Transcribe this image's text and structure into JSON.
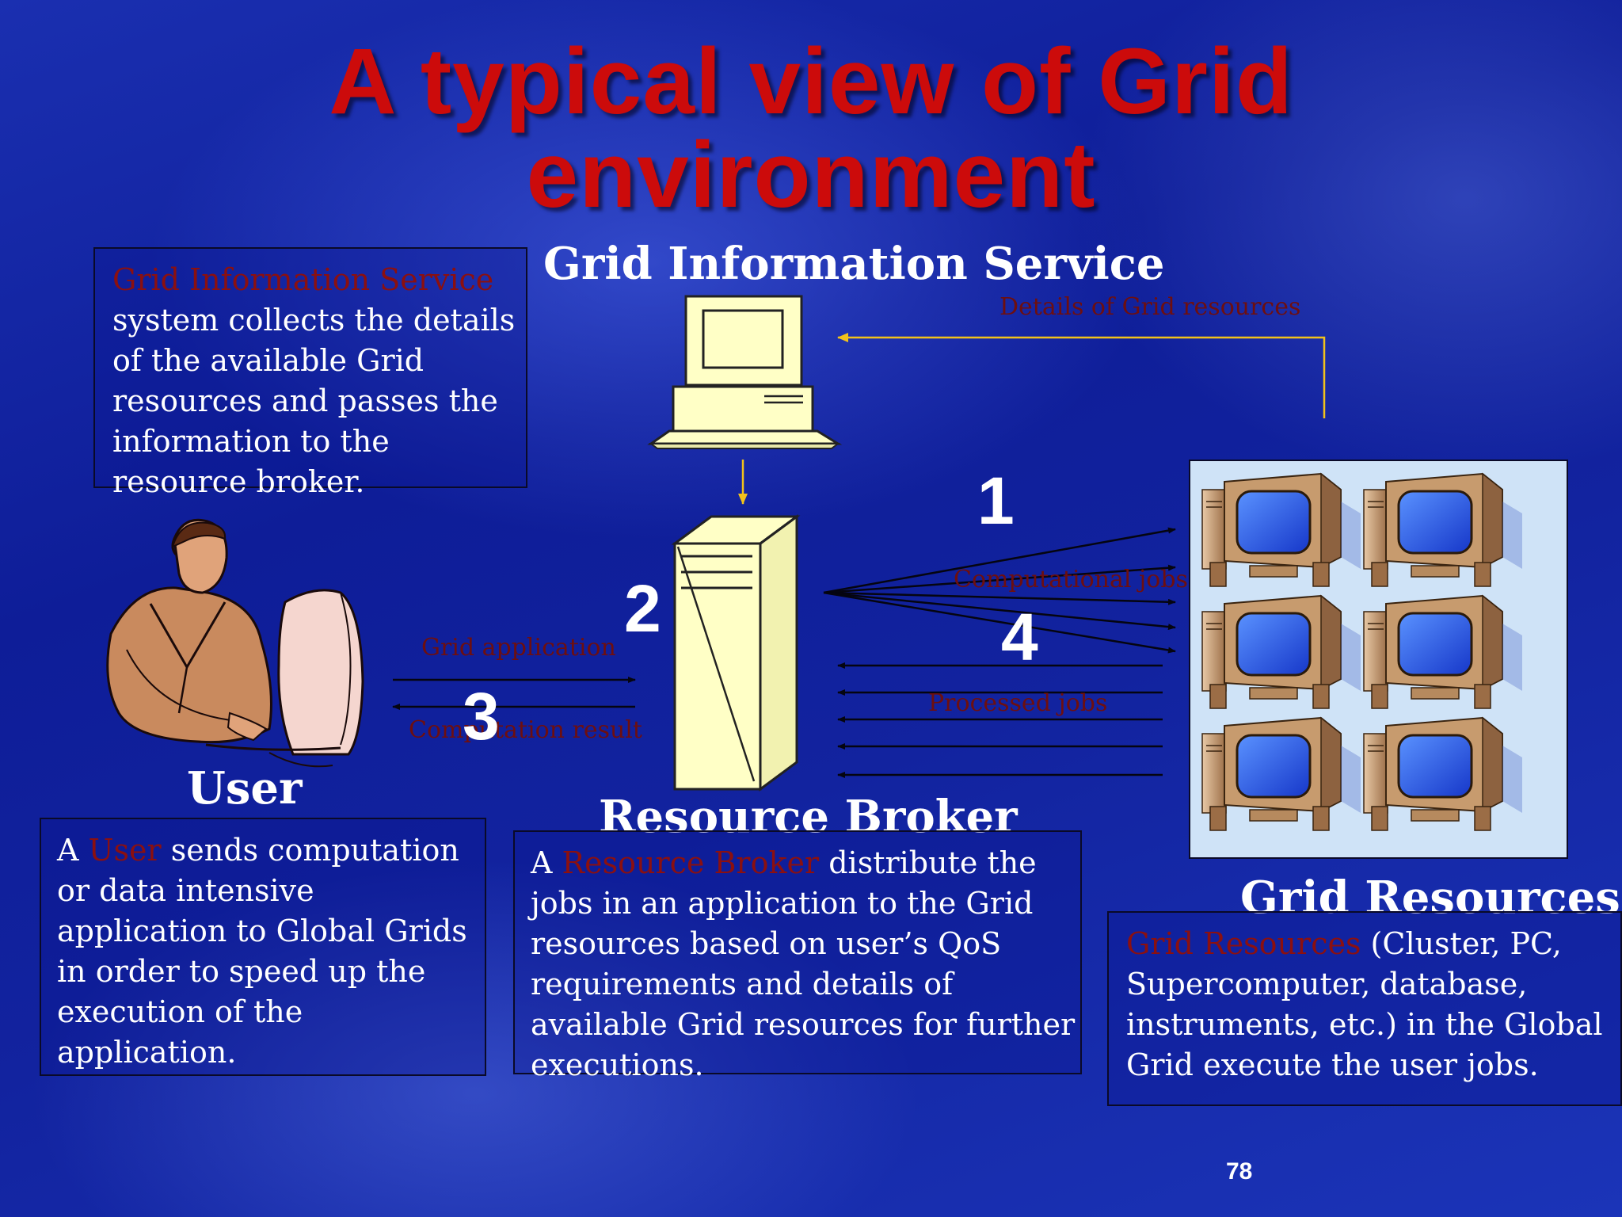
{
  "title_line1": "A typical view of Grid",
  "title_line2": "environment",
  "labels": {
    "gis": "Grid Information Service",
    "user": "User",
    "broker": "Resource Broker",
    "resources": "Grid Resources"
  },
  "arrow_labels": {
    "details": "Details of Grid resources",
    "computational_jobs": "Computational jobs",
    "processed_jobs": "Processed jobs",
    "grid_application": "Grid application",
    "computation_result": "Computation result"
  },
  "step_numbers": [
    "1",
    "2",
    "3",
    "4"
  ],
  "boxes": {
    "gis": {
      "highlight": "Grid Information Service",
      "lines": [
        "system collects the details",
        "of the available Grid",
        "resources and passes the",
        "information to the",
        "resource broker."
      ]
    },
    "user": {
      "prefix": "A ",
      "highlight": "User",
      "suffix": " sends computation",
      "lines": [
        "or data intensive",
        "application to Global Grids",
        "in order to speed up the",
        "execution of the",
        "application."
      ]
    },
    "broker": {
      "prefix": "A ",
      "highlight": "Resource Broker",
      "suffix": " distribute the",
      "lines": [
        "jobs in an application to the Grid",
        "resources based on user’s QoS",
        "requirements and details of",
        "available Grid resources for further",
        "executions."
      ]
    },
    "resources": {
      "highlight": "Grid Resources",
      "suffix": " (Cluster, PC,",
      "lines": [
        "Supercomputer, database,",
        "instruments, etc.) in the Global",
        "Grid execute the user jobs."
      ]
    }
  },
  "page_number": "78",
  "colors": {
    "title": "#cc0b0b",
    "highlight": "#8b1010",
    "arrow_label": "#6e0f0f",
    "yellow_arrow": "#f2c21b",
    "resources_panel": "#cfe3f7"
  },
  "icons": [
    "desktop-computer-icon",
    "server-tower-icon",
    "user-at-computer-icon",
    "grid-computer-icon"
  ]
}
